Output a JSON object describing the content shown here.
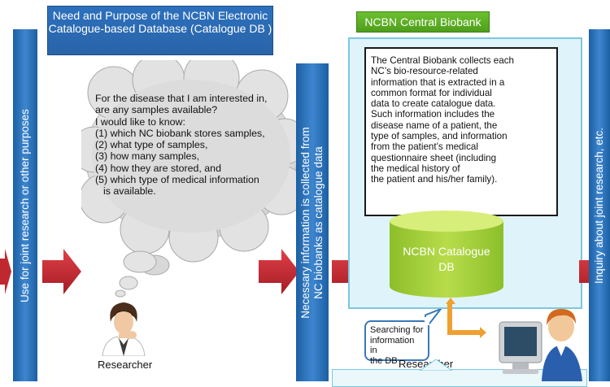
{
  "title_box": {
    "text": "Need and Purpose of the NCBN Electronic Catalogue-based Database (Catalogue DB )"
  },
  "left_bar": {
    "text": "Use for joint research or other purposes"
  },
  "middle_bar": {
    "line1": "Necessary information is collected from",
    "line2": "NC biobanks as catalogue data"
  },
  "right_bar": {
    "text": "Inquiry about joint research, etc."
  },
  "cloud": {
    "lines": [
      "For the disease that I am interested in,",
      "are any samples available?",
      "I would like to know:",
      "(1) which NC biobank stores samples,",
      "(2) what type of samples,",
      "(3) how many samples,",
      "(4) how they are stored, and",
      "(5) which type of medical information",
      "    is available."
    ]
  },
  "researcher_left": {
    "label": "Researcher"
  },
  "central_biobank": {
    "tab_label": "NCBN Central Biobank",
    "callout_lines": [
      "The Central Biobank collects each",
      "NC’s bio-resource-related",
      "information that is extracted in a",
      "common format for individual",
      "data to create catalogue data.",
      "Such information includes the",
      "disease name of a patient, the",
      "type of samples, and information",
      "from the patient’s medical",
      "questionnaire sheet (including",
      "the medical history of",
      "the patient and his/her family)."
    ],
    "db_label_line1": "NCBN Catalogue",
    "db_label_line2": "DB"
  },
  "search_box": {
    "lines": [
      "Searching for",
      "information in",
      "the DB"
    ]
  },
  "researcher_right": {
    "label": "Researcher"
  },
  "colors": {
    "bar_blue": "#2a6fb5",
    "arrow_red": "#c0282f",
    "tab_green": "#5aae22",
    "panel_bg": "#dff4fa",
    "db_green": "#a5cf3a",
    "orange": "#f0a030"
  }
}
